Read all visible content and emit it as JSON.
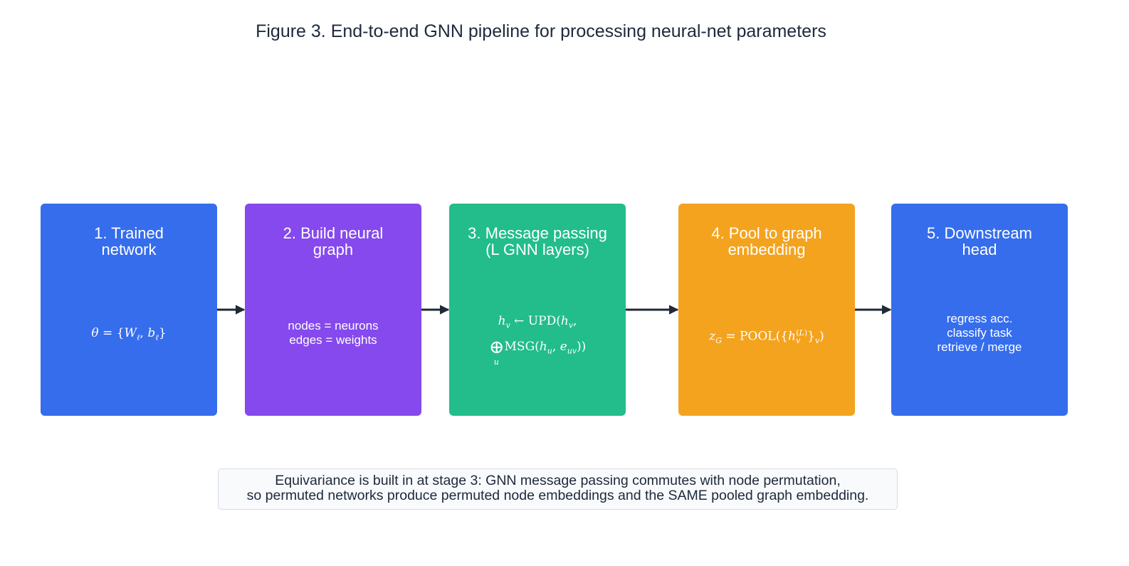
{
  "figure": {
    "title": "Figure 3. End-to-end GNN pipeline for processing neural-net parameters"
  },
  "colors": {
    "stage1": "#356ded",
    "stage2": "#8549ed",
    "stage3": "#22bd8a",
    "stage4": "#f4a31f",
    "stage5": "#356ded",
    "arrow": "#1f2937"
  },
  "stages": [
    {
      "title_line1": "1. Trained",
      "title_line2": "network",
      "body_math": "θ = {W_ℓ, b_ℓ}"
    },
    {
      "title_line1": "2. Build neural",
      "title_line2": "graph",
      "body_line1": "nodes = neurons",
      "body_line2": "edges = weights"
    },
    {
      "title_line1": "3. Message passing",
      "title_line2": "(L GNN layers)",
      "body_math_line1": "h_v ← UPD(h_v,",
      "body_math_line2": "⊕_u MSG(h_u, e_uv))"
    },
    {
      "title_line1": "4. Pool to graph",
      "title_line2": "embedding",
      "body_math": "z_G = POOL({h_v^(L)}_v)"
    },
    {
      "title_line1": "5. Downstream",
      "title_line2": "head",
      "body_line1": "regress acc.",
      "body_line2": "classify task",
      "body_line3": "retrieve / merge"
    }
  ],
  "caption": {
    "line1": "Equivariance is built in at stage 3: GNN message passing commutes with node permutation,",
    "line2": "so permuted networks produce permuted node embeddings and the SAME pooled graph embedding."
  }
}
